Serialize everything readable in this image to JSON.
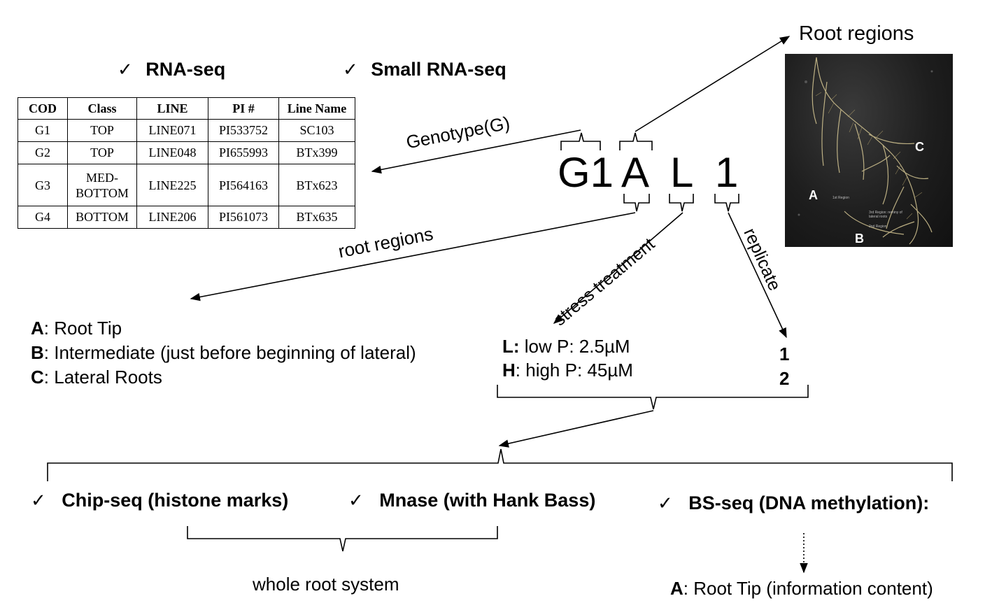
{
  "assays_top": [
    {
      "check": "✓",
      "label": "RNA-seq"
    },
    {
      "check": "✓",
      "label": "Small RNA-seq"
    }
  ],
  "genotype_table": {
    "headers": [
      "COD",
      "Class",
      "LINE",
      "PI #",
      "Line Name"
    ],
    "rows": [
      [
        "G1",
        "TOP",
        "LINE071",
        "PI533752",
        "SC103"
      ],
      [
        "G2",
        "TOP",
        "LINE048",
        "PI655993",
        "BTx399"
      ],
      [
        "G3",
        "MED-BOTTOM",
        "LINE225",
        "PI564163",
        "BTx623"
      ],
      [
        "G4",
        "BOTTOM",
        "LINE206",
        "PI561073",
        "BTx635"
      ]
    ]
  },
  "sample_code": {
    "genotype": "G1",
    "region": "A",
    "treatment": "L",
    "replicate": "1"
  },
  "labels": {
    "genotype": "Genotype(G)",
    "root_regions_photo": "Root regions",
    "root_regions": "root regions",
    "stress_treatment": "stress treatment",
    "replicate": "replicate",
    "whole_root_system": "whole root system"
  },
  "photo": {
    "letters": [
      "A",
      "B",
      "C"
    ],
    "captions": [
      "1st Region",
      "3rd Region: reminy of lateral roots",
      "2nd Region"
    ]
  },
  "regions": [
    {
      "key": "A",
      "text": ": Root Tip"
    },
    {
      "key": "B",
      "text": ": Intermediate (just before beginning of lateral)"
    },
    {
      "key": "C",
      "text": ": Lateral Roots"
    }
  ],
  "treatments": [
    {
      "key": "L:",
      "text": " low P: 2.5µM"
    },
    {
      "key": "H",
      "text": ": high P: 45µM"
    }
  ],
  "replicates": [
    "1",
    "2"
  ],
  "assays_bottom": [
    {
      "check": "✓",
      "label": "Chip-seq (histone marks)"
    },
    {
      "check": "✓",
      "label": "Mnase (with Hank Bass)"
    },
    {
      "check": "✓",
      "label": "BS-seq (DNA methylation):"
    }
  ],
  "bs_seq_note": {
    "key": "A",
    "text": ": Root Tip (information content)"
  }
}
